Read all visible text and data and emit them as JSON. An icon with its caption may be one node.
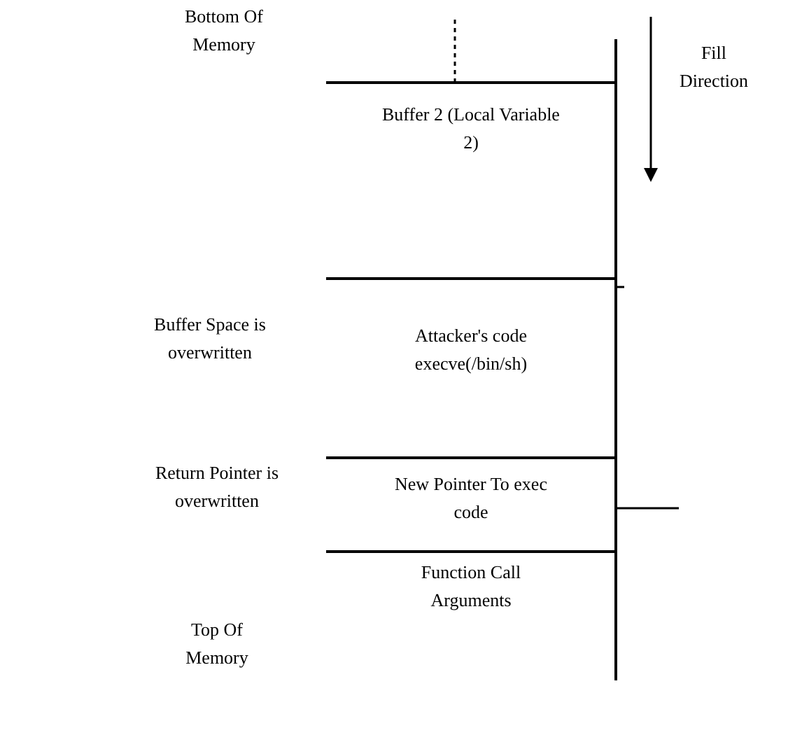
{
  "diagram": {
    "nodes": [
      {
        "text": [
          "Buffer 2 (Local Variable 2)"
        ]
      },
      {
        "text": [
          "Attacker's code execve(/bin/sh)"
        ],
        "beside": [
          "Buffer Space is overwritten"
        ]
      },
      {
        "text": [
          "New Pointer To exec code"
        ],
        "beside": [
          "Return Pointer is overwritten"
        ]
      },
      {
        "text": [
          "Function Call Arguments"
        ]
      }
    ],
    "edges": [],
    "labels": [
      "Bottom Of Memory",
      "Fill Direction",
      "Top Of Memory"
    ]
  }
}
